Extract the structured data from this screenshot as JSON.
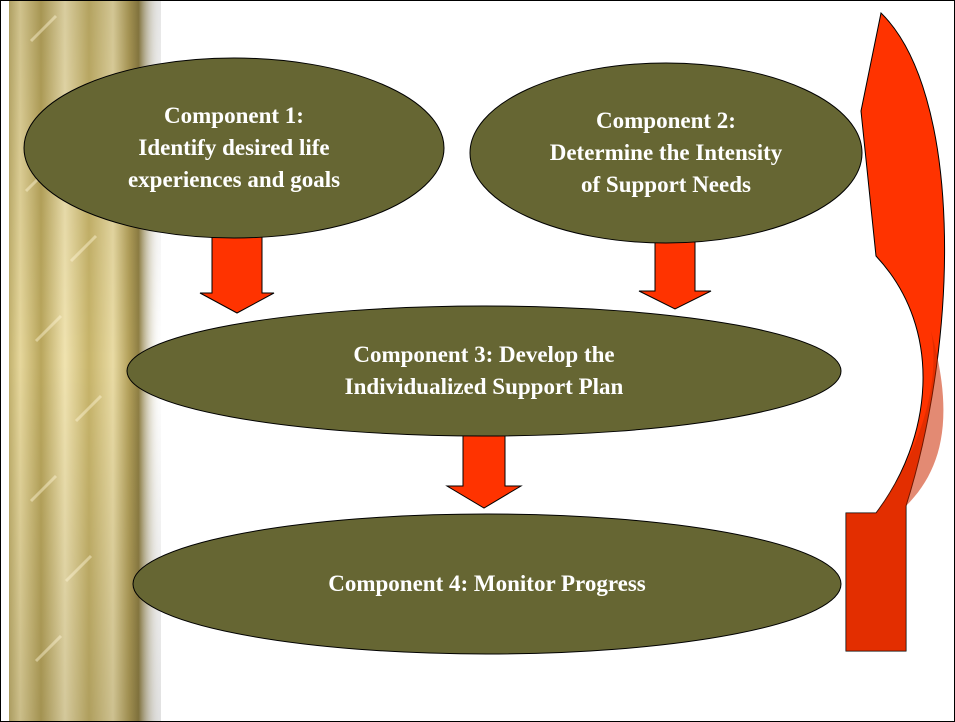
{
  "colors": {
    "ellipse_fill": "#666633",
    "arrow_fill": "#ff3300",
    "curved_arrow_fill": "#ff3300",
    "pillar_light": "#e8d9a0",
    "pillar_dark": "#9c8a3e",
    "text": "#ffffff"
  },
  "diagram": {
    "nodes": [
      {
        "id": "component-1",
        "lines": [
          "Component 1:",
          "Identify desired life",
          "experiences and goals"
        ]
      },
      {
        "id": "component-2",
        "lines": [
          "Component 2:",
          "Determine the Intensity",
          "of Support Needs"
        ]
      },
      {
        "id": "component-3",
        "lines": [
          "Component 3: Develop the",
          "Individualized Support Plan"
        ]
      },
      {
        "id": "component-4",
        "lines": [
          "Component 4: Monitor Progress"
        ]
      }
    ],
    "edges": [
      {
        "from": "component-1",
        "to": "component-3"
      },
      {
        "from": "component-2",
        "to": "component-3"
      },
      {
        "from": "component-3",
        "to": "component-4"
      },
      {
        "from": "component-4",
        "to": "component-2",
        "style": "curved"
      }
    ]
  }
}
